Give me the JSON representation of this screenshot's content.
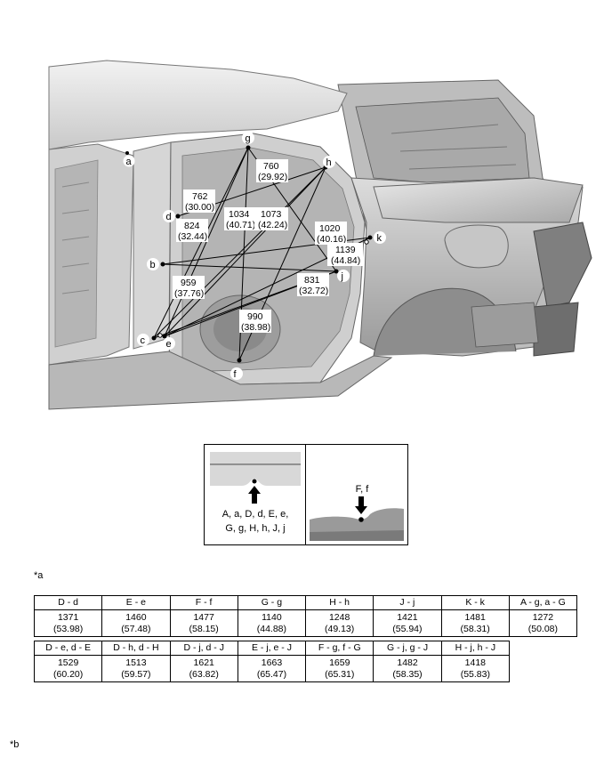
{
  "point_labels": {
    "a": "a",
    "b": "b",
    "c": "c",
    "d": "d",
    "e": "e",
    "f": "f",
    "g": "g",
    "h": "h",
    "j": "j",
    "k": "k"
  },
  "dimensions": [
    {
      "mm": "760",
      "in": "(29.92)"
    },
    {
      "mm": "762",
      "in": "(30.00)"
    },
    {
      "mm": "824",
      "in": "(32.44)"
    },
    {
      "mm": "1034",
      "in": "(40.71)"
    },
    {
      "mm": "1073",
      "in": "(42.24)"
    },
    {
      "mm": "1020",
      "in": "(40.16)"
    },
    {
      "mm": "1139",
      "in": "(44.84)"
    },
    {
      "mm": "959",
      "in": "(37.76)"
    },
    {
      "mm": "831",
      "in": "(32.72)"
    },
    {
      "mm": "990",
      "in": "(38.98)"
    }
  ],
  "inset_left": {
    "line1": "A, a, D, d, E, e,",
    "line2": "G, g, H, h, J, j"
  },
  "inset_right": {
    "label": "F, f"
  },
  "note_a": "*a",
  "note_b": "*b",
  "table1": {
    "headers": [
      "D - d",
      "E - e",
      "F - f",
      "G - g",
      "H - h",
      "J - j",
      "K - k",
      "A - g, a - G"
    ],
    "mm": [
      "1371",
      "1460",
      "1477",
      "1140",
      "1248",
      "1421",
      "1481",
      "1272"
    ],
    "in": [
      "(53.98)",
      "(57.48)",
      "(58.15)",
      "(44.88)",
      "(49.13)",
      "(55.94)",
      "(58.31)",
      "(50.08)"
    ]
  },
  "table2": {
    "headers": [
      "D - e, d - E",
      "D - h, d - H",
      "D - j, d - J",
      "E - j, e - J",
      "F - g, f - G",
      "G - j, g - J",
      "H - j, h - J"
    ],
    "mm": [
      "1529",
      "1513",
      "1621",
      "1663",
      "1659",
      "1482",
      "1418"
    ],
    "in": [
      "(60.20)",
      "(59.57)",
      "(63.82)",
      "(65.47)",
      "(65.31)",
      "(58.35)",
      "(55.83)"
    ]
  }
}
